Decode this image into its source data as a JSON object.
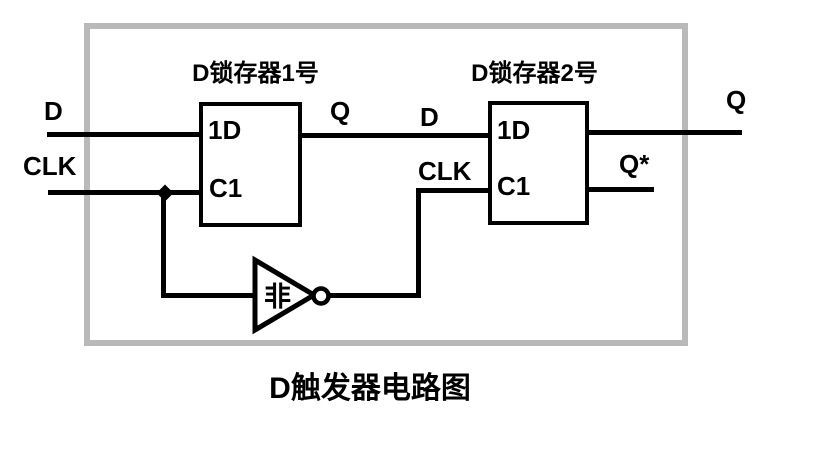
{
  "caption": "D触发器电路图",
  "latch1": {
    "title": "D锁存器1号",
    "pin_d": "1D",
    "pin_c": "C1"
  },
  "latch2": {
    "title": "D锁存器2号",
    "pin_d": "1D",
    "pin_c": "C1"
  },
  "labels": {
    "input_d": "D",
    "input_clk": "CLK",
    "latch1_out_q": "Q",
    "latch2_in_d": "D",
    "latch2_in_clk": "CLK",
    "output_q": "Q",
    "output_q_star": "Q*",
    "inverter": "非"
  },
  "colors": {
    "wire": "#000000",
    "frame_border": "#b9b9b9",
    "background": "#ffffff"
  }
}
